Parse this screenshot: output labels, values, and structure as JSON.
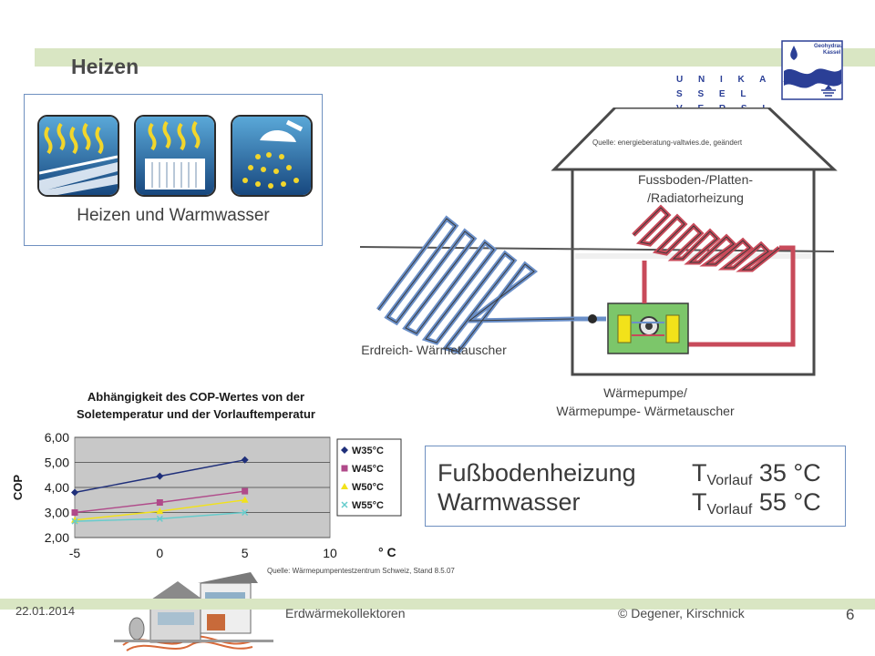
{
  "header": {
    "title": "Heizen",
    "logo_uni_row1": "U N I K A S S E L",
    "logo_uni_row2": "V E R S I T Ä T",
    "logo_geo_text": "Geohydraulik Kassel"
  },
  "icon_box": {
    "caption": "Heizen und Warmwasser",
    "icons": [
      "floor-heating-icon",
      "radiator-icon",
      "shower-icon"
    ]
  },
  "diagram": {
    "source": "Quelle:     energieberatung-valtwies.de, geändert",
    "label_heating_line1": "Fussboden-/Platten-",
    "label_heating_line2": "/Radiatorheizung",
    "label_ground": "Erdreich- Wärmetauscher",
    "label_pump_line1": "Wärmepumpe/",
    "label_pump_line2": "Wärmepumpe- Wärmetauscher"
  },
  "chart_title_line1": "Abhängigkeit des COP-Wertes von der",
  "chart_title_line2": "Soletemperatur und der Vorlauftemperatur",
  "chart_unit": "° C",
  "chart_source": "Quelle:     Wärmepumpentestzentrum Schweiz, Stand 8.5.07",
  "chart_data": {
    "type": "line",
    "title": "Abhängigkeit des COP-Wertes von der Soletemperatur und der Vorlauftemperatur",
    "xlabel": "° C",
    "ylabel": "COP",
    "x_ticks": [
      "-5",
      "0",
      "5",
      "10"
    ],
    "y_ticks": [
      "2,00",
      "3,00",
      "4,00",
      "5,00",
      "6,00"
    ],
    "xlim": [
      -5,
      10
    ],
    "ylim": [
      2,
      6
    ],
    "grid": true,
    "legend_position": "right",
    "x": [
      -5,
      0,
      5
    ],
    "series": [
      {
        "name": "W35°C",
        "values": [
          3.8,
          4.45,
          5.1
        ],
        "color": "#1f2f7a",
        "marker": "diamond"
      },
      {
        "name": "W45°C",
        "values": [
          3.0,
          3.4,
          3.85
        ],
        "color": "#b04a8a",
        "marker": "square"
      },
      {
        "name": "W50°C",
        "values": [
          2.7,
          3.05,
          3.5
        ],
        "color": "#f2e21a",
        "marker": "triangle"
      },
      {
        "name": "W55°C",
        "values": [
          2.65,
          2.75,
          3.0
        ],
        "color": "#66cccc",
        "marker": "x"
      }
    ]
  },
  "temps": {
    "row1_label": "Fußbodenheizung",
    "row1_T": "T",
    "row1_sub": "Vorlauf",
    "row1_value": " 35 °C",
    "row2_label": "Warmwasser",
    "row2_T": "T",
    "row2_sub": "Vorlauf",
    "row2_value": " 55 °C"
  },
  "footer": {
    "date": "22.01.2014",
    "center": "Erdwärmekollektoren",
    "right": "© Degener, Kirschnick",
    "page": "6"
  },
  "colors": {
    "band": "#d9e6c3",
    "box_border": "#6f90c0",
    "brand_blue": "#2b3f96"
  }
}
